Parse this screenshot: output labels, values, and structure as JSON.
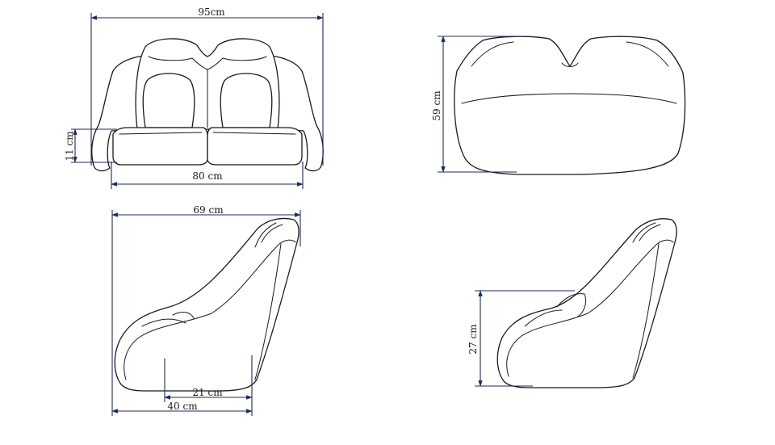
{
  "colors": {
    "outline": "#1a1a1a",
    "dimension": "#1c2a5e",
    "background": "#ffffff"
  },
  "views": {
    "front": {
      "width_label": "95cm",
      "seat_width_label": "80 cm",
      "cushion_height_label": "11 cm"
    },
    "top": {
      "depth_label": "59 cm"
    },
    "side": {
      "length_label": "69 cm",
      "base_label": "40 cm",
      "seat_depth_label": "21 cm"
    },
    "side_right": {
      "height_label": "27 cm"
    }
  }
}
